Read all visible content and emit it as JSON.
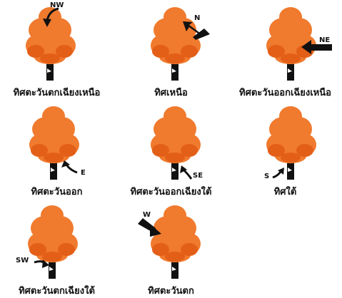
{
  "colors": {
    "foliage": "#f07a2e",
    "foliage_dark": "#e35f18",
    "trunk": "#111111",
    "arrow": "#111111"
  },
  "trees": [
    {
      "id": "nw",
      "abbr": "NW",
      "caption": "ทิศตะวันตกเฉียงเหนือ",
      "icon": "tree-icon"
    },
    {
      "id": "n",
      "abbr": "N",
      "caption": "ทิศเหนือ",
      "icon": "tree-icon"
    },
    {
      "id": "ne",
      "abbr": "NE",
      "caption": "ทิศตะวันออกเฉียงเหนือ",
      "icon": "tree-icon"
    },
    {
      "id": "e",
      "abbr": "E",
      "caption": "ทิศตะวันออก",
      "icon": "tree-icon"
    },
    {
      "id": "se",
      "abbr": "SE",
      "caption": "ทิศตะวันออกเฉียงใต้",
      "icon": "tree-icon"
    },
    {
      "id": "s",
      "abbr": "S",
      "caption": "ทิศใต้",
      "icon": "tree-icon"
    },
    {
      "id": "sw",
      "abbr": "SW",
      "caption": "ทิศตะวันตกเฉียงใต้",
      "icon": "tree-icon"
    },
    {
      "id": "w",
      "abbr": "W",
      "caption": "ทิศตะวันตก",
      "icon": "tree-icon"
    }
  ]
}
